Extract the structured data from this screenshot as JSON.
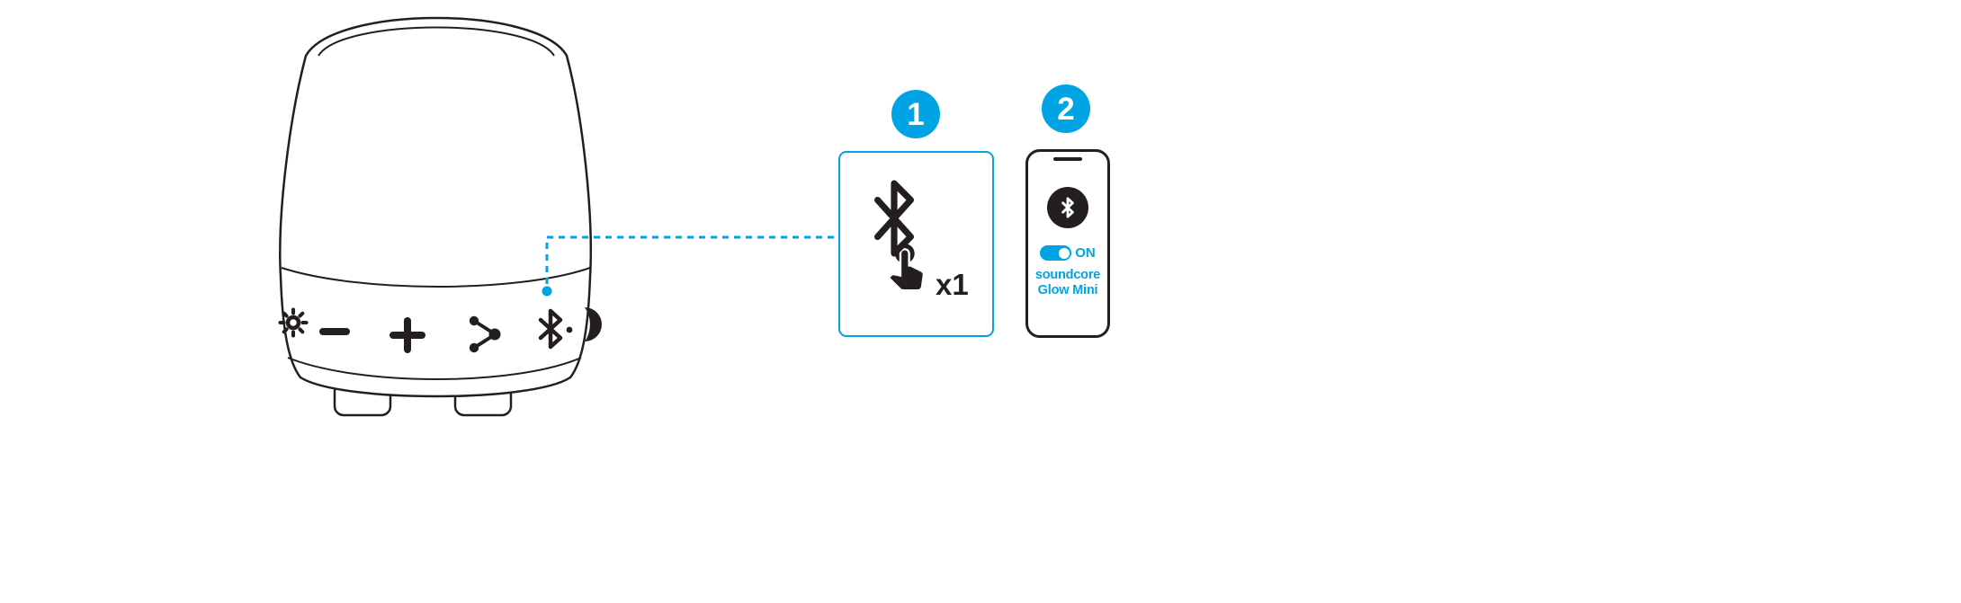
{
  "page": {
    "background": "#ffffff"
  },
  "colors": {
    "accent": "#00A4E4",
    "ink": "#231F20"
  },
  "speaker": {
    "description": "cylindrical speaker line drawing with control band",
    "control_icons": [
      "brightness-icon",
      "volume-down-icon",
      "volume-up-icon",
      "partycast-icon",
      "bluetooth-button-icon",
      "power-edge-icon"
    ],
    "callout": {
      "style": "dashed",
      "anchor": "bluetooth-button"
    }
  },
  "steps": {
    "step1": {
      "badge": "1",
      "press_count": "x1",
      "icons": [
        "bluetooth-icon",
        "hand-press-icon"
      ]
    },
    "step2": {
      "badge": "2",
      "toggle_state": "ON",
      "app_name": "soundcore",
      "device_name": "Glow Mini",
      "icons": [
        "bluetooth-icon",
        "toggle-on"
      ]
    }
  }
}
